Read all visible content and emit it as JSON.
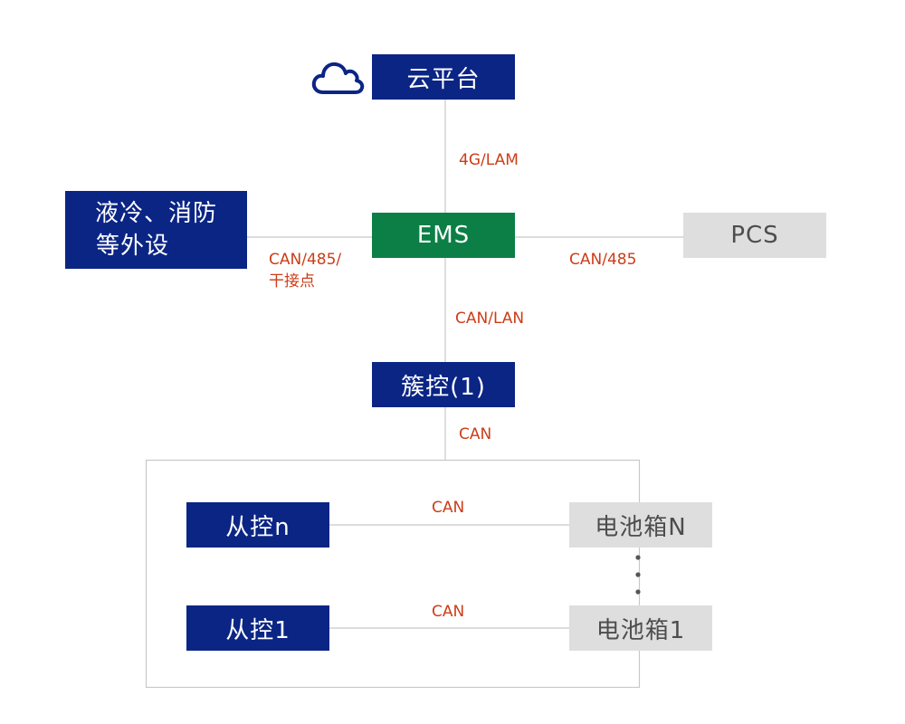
{
  "colors": {
    "navy_box": "#0b2585",
    "ems_box": "#0b7f45",
    "gray_box": "#dedede",
    "gray_text": "#4d4d4d",
    "line": "#c8c8c8",
    "label": "#cc3d17"
  },
  "nodes": {
    "cloud_platform": "云平台",
    "ems": "EMS",
    "liquid_cooling": {
      "line1": "液冷、消防",
      "line2": "等外设"
    },
    "pcs": "PCS",
    "cluster_control": "簇控(1)",
    "slave_control_n": "从控n",
    "slave_control_1": "从控1",
    "battery_box_n": "电池箱N",
    "battery_box_1": "电池箱1"
  },
  "links": {
    "cloud_ems": "4G/LAM",
    "ems_peripheral": {
      "line1": "CAN/485/",
      "line2": "干接点"
    },
    "ems_pcs": "CAN/485",
    "ems_cluster": "CAN/LAN",
    "cluster_rack": "CAN",
    "slave_n_battery": "CAN",
    "slave_1_battery": "CAN"
  },
  "icons": {
    "cloud": "cloud-icon",
    "ellipsis": "vertical-ellipsis-icon"
  }
}
